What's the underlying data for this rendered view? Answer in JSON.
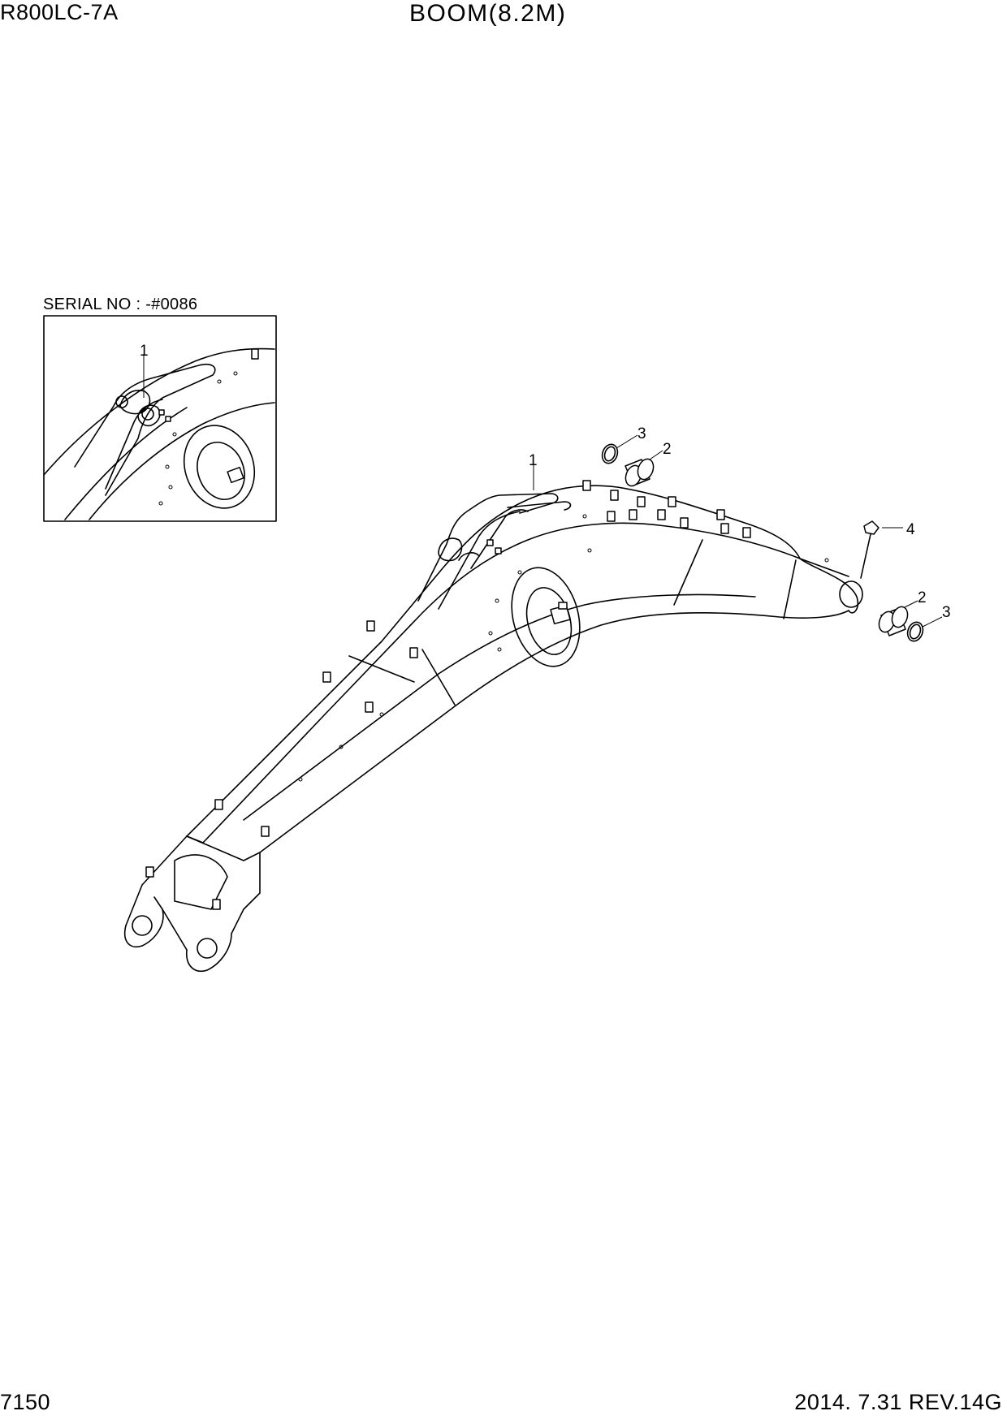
{
  "header": {
    "model": "R800LC-7A",
    "title": "BOOM(8.2M)"
  },
  "inset": {
    "serial_label": "SERIAL NO : -#0086",
    "callouts": [
      {
        "label": "1"
      }
    ]
  },
  "main_drawing": {
    "callouts": [
      {
        "label": "1"
      },
      {
        "label": "3"
      },
      {
        "label": "2"
      },
      {
        "label": "4"
      },
      {
        "label": "2"
      },
      {
        "label": "3"
      }
    ]
  },
  "footer": {
    "page_number": "7150",
    "revision": "2014. 7.31  REV.14G"
  }
}
